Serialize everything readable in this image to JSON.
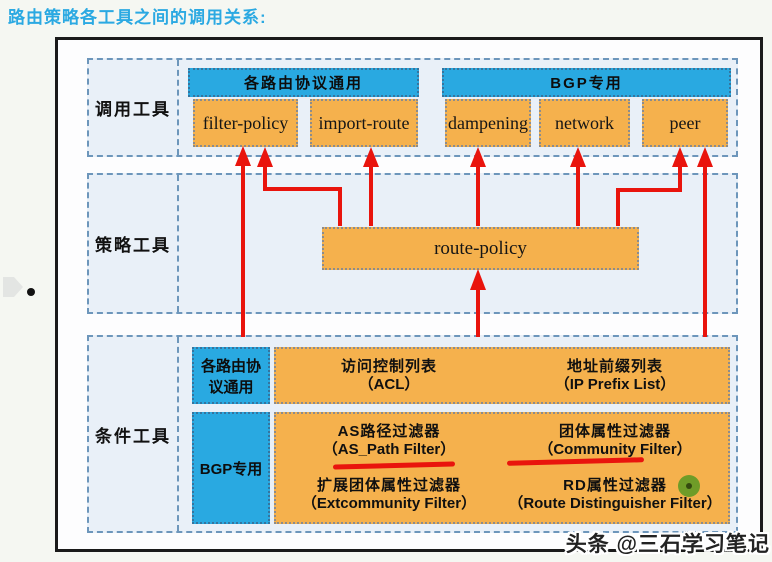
{
  "title": "路由策略各工具之间的调用关系:",
  "watermark": "头条 @三石学习笔记",
  "rows": [
    {
      "label": "调用工具"
    },
    {
      "label": "策略工具"
    },
    {
      "label": "条件工具"
    }
  ],
  "calling": {
    "common": {
      "header": "各路由协议通用",
      "items": [
        "filter-policy",
        "import-route"
      ]
    },
    "bgp": {
      "header": "BGP专用",
      "items": [
        "dampening",
        "network",
        "peer"
      ]
    }
  },
  "policy": {
    "item": "route-policy"
  },
  "condition": {
    "common": {
      "header": "各路由协议通用",
      "items": [
        {
          "zh": "访问控制列表",
          "en": "（ACL）"
        },
        {
          "zh": "地址前缀列表",
          "en": "（IP Prefix List）"
        }
      ]
    },
    "bgp": {
      "header": "BGP专用",
      "items": [
        {
          "zh": "AS路径过滤器",
          "en": "（AS_Path Filter）"
        },
        {
          "zh": "团体属性过滤器",
          "en": "（Community Filter）"
        },
        {
          "zh": "扩展团体属性过滤器",
          "en": "（Extcommunity Filter）"
        },
        {
          "zh": "RD属性过滤器",
          "en": "（Route Distinguisher Filter）"
        }
      ]
    }
  },
  "colors": {
    "header_cyan": "#29a9e1",
    "box_orange": "#f5b14d",
    "arrow_red": "#e9140d",
    "row_bg": "#e9f0f8",
    "title_blue": "#2ba9e2"
  }
}
